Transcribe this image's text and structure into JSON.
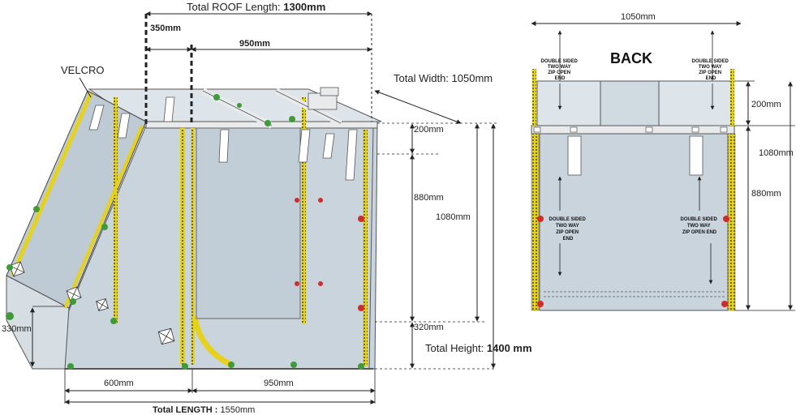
{
  "labels": {
    "roof_length_prefix": "Total ROOF Length: ",
    "roof_length_value": "1300mm",
    "roof_part_a": "350mm",
    "roof_part_b": "950mm",
    "velcro": "VELCRO",
    "total_width": "Total Width: 1050mm",
    "side_top": "200mm",
    "side_mid": "880mm",
    "side_total": "1080mm",
    "side_bottom": "320mm",
    "total_height_prefix": "Total Height: ",
    "total_height_value": "1400 mm",
    "front_height": "330mm",
    "base_a": "600mm",
    "base_b": "950mm",
    "total_length_prefix": "Total LENGTH : ",
    "total_length_value": "1550mm",
    "back_title": "BACK",
    "back_width": "1050mm",
    "back_top": "200mm",
    "back_total": "1080mm",
    "back_mid": "880mm",
    "zip_top_left": [
      "DOUBLE SIDED",
      "TWO WAY",
      "ZIP OPEN",
      "END"
    ],
    "zip_top_right": [
      "DOUBLE SIDED",
      "TWO WAY",
      "ZIP OPEN",
      "END"
    ],
    "zip_mid_left": [
      "DOUBLE SIDED",
      "TWO WAY",
      "ZIP OPEN",
      "END"
    ],
    "zip_mid_right": [
      "DOUBLE SIDED",
      "TWO WAY",
      "ZIP OPEN END"
    ]
  },
  "colors": {
    "panel": "#c9d4dc",
    "panel_light": "#dde5eb",
    "frame": "#e8eaec",
    "zip_yellow": "#e6d21a",
    "marker_green": "#3f9a3a",
    "marker_red": "#d22b2b",
    "line": "#333333"
  }
}
